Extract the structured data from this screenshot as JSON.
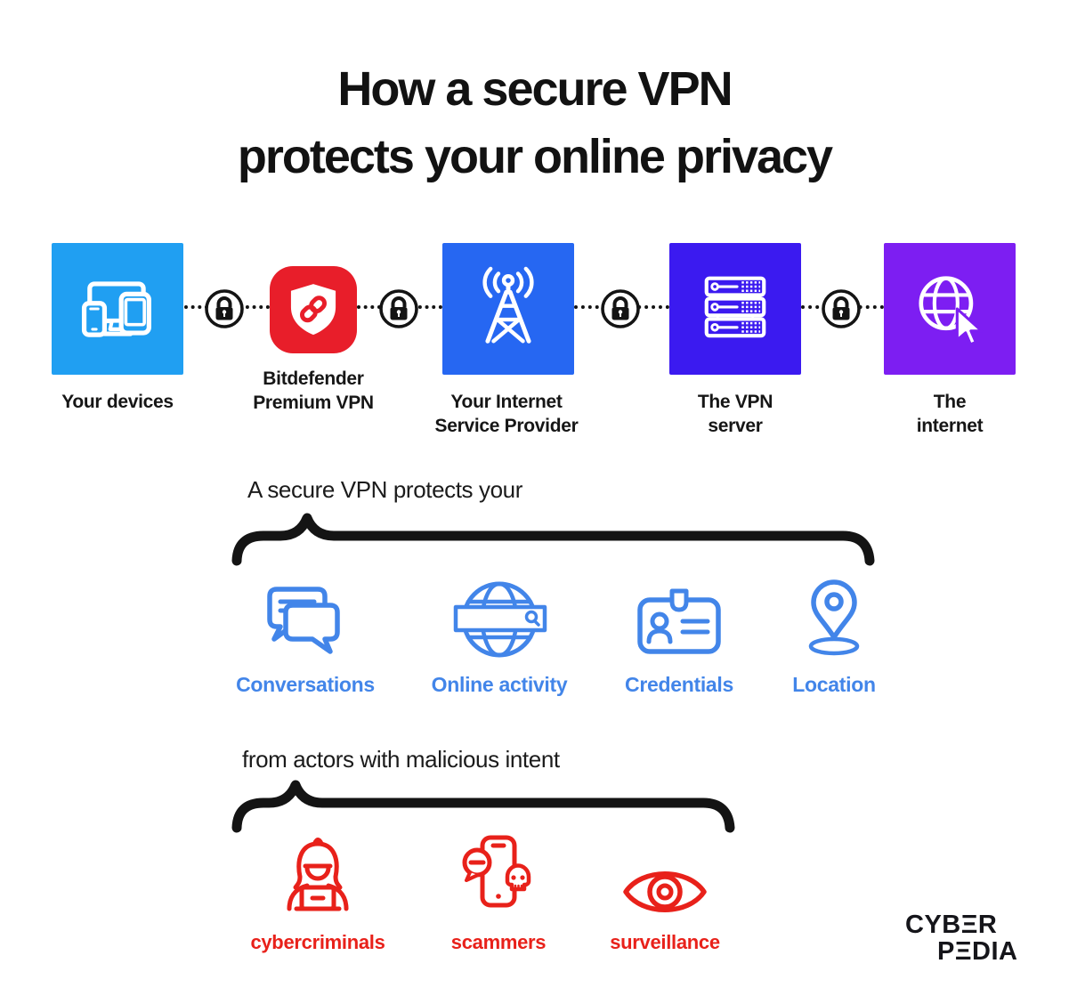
{
  "title": {
    "line1": "How a secure VPN",
    "line2": "protects your online privacy"
  },
  "colors": {
    "devices_blue": "#209ff2",
    "bitdefender_red": "#e81e2a",
    "isp_blue": "#2667f2",
    "vpn_server_indigo": "#3b1af0",
    "internet_purple": "#7d1ef2",
    "protect_accent_blue": "#4285e9",
    "threat_accent_red": "#e8211a",
    "ink": "#141414"
  },
  "chain": {
    "connector_icon": "padlock-icon",
    "nodes": [
      {
        "id": "your-devices",
        "icon": "devices-icon",
        "color": "#209ff2",
        "lines": [
          "Your devices"
        ]
      },
      {
        "id": "bitdefender-premium-vpn",
        "icon": "shield-link-icon",
        "color": "#e81e2a",
        "lines": [
          "Bitdefender",
          "Premium VPN"
        ]
      },
      {
        "id": "your-internet-service-provider",
        "icon": "radio-tower-icon",
        "color": "#2667f2",
        "lines": [
          "Your Internet",
          "Service Provider"
        ]
      },
      {
        "id": "the-vpn-server",
        "icon": "server-stack-icon",
        "color": "#3b1af0",
        "lines": [
          "The VPN",
          "server"
        ]
      },
      {
        "id": "the-internet",
        "icon": "globe-cursor-icon",
        "color": "#7d1ef2",
        "lines": [
          "The",
          "internet"
        ]
      }
    ]
  },
  "protects": {
    "heading": "A secure VPN protects your",
    "accent_color": "#4285e9",
    "items": [
      {
        "label": "Conversations",
        "icon": "chat-bubbles-icon"
      },
      {
        "label": "Online activity",
        "icon": "globe-search-icon"
      },
      {
        "label": "Credentials",
        "icon": "id-card-icon"
      },
      {
        "label": "Location",
        "icon": "map-pin-icon"
      }
    ]
  },
  "threats": {
    "heading": "from actors with malicious intent",
    "accent_color": "#e8211a",
    "items": [
      {
        "label": "cybercriminals",
        "icon": "hacker-icon"
      },
      {
        "label": "scammers",
        "icon": "scam-phone-icon"
      },
      {
        "label": "surveillance",
        "icon": "eye-icon"
      }
    ]
  },
  "logo": {
    "line1": "CYBΞR",
    "line2": "PΞDIA"
  }
}
